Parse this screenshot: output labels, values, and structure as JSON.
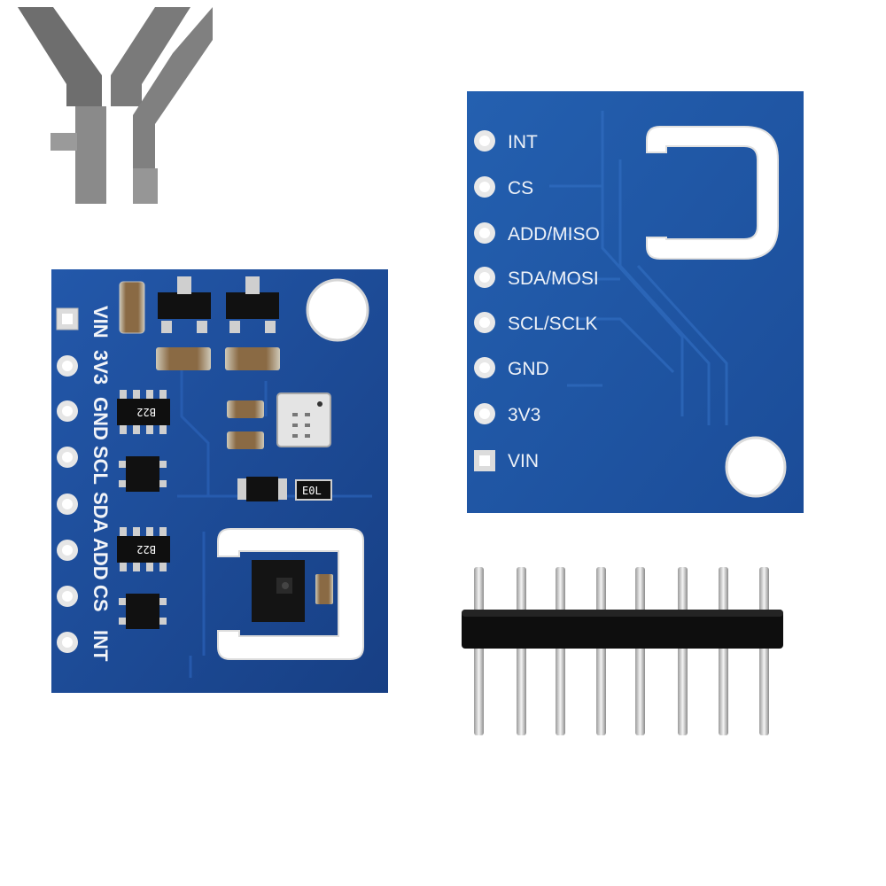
{
  "logo": {
    "text": "YS",
    "color": "#6e6e6e"
  },
  "front_board": {
    "color": "#1e4e9a",
    "pins": [
      "VIN",
      "3V3",
      "GND",
      "SCL",
      "SDA",
      "ADD",
      "CS",
      "INT"
    ],
    "chip_markings": [
      "B22",
      "B22"
    ],
    "small_marking": "E0L"
  },
  "back_board": {
    "color": "#1f57a8",
    "pins": [
      "INT",
      "CS",
      "ADD/MISO",
      "SDA/MOSI",
      "SCL/SCLK",
      "GND",
      "3V3",
      "VIN"
    ]
  },
  "pin_header": {
    "pin_count": 8,
    "color": "#0e0e0e"
  }
}
